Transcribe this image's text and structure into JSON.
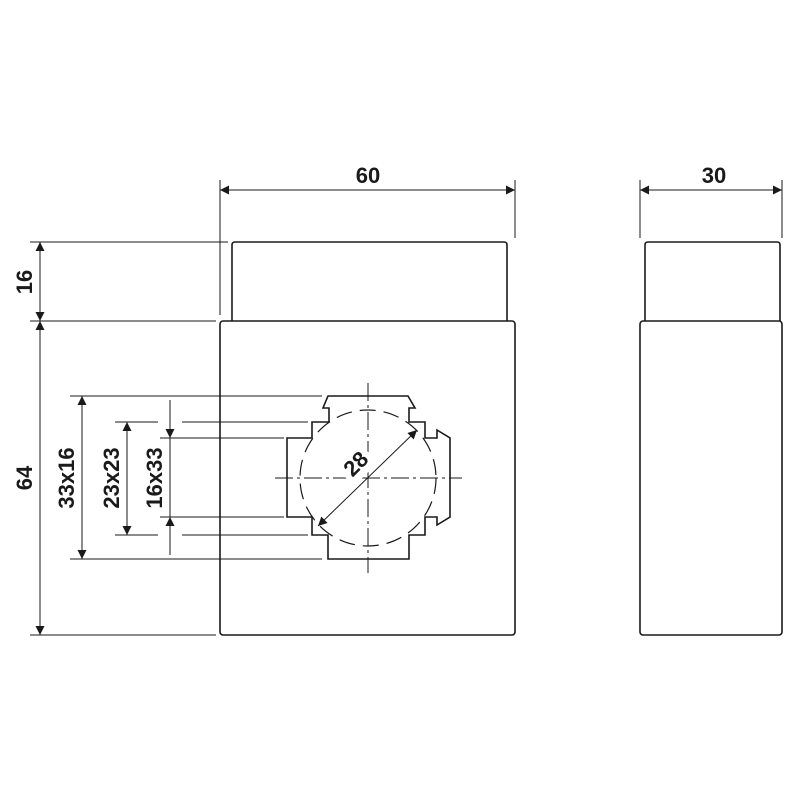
{
  "dimensions": {
    "width": "60",
    "depth": "30",
    "top_height": "16",
    "body_height": "64",
    "opening_1": "33x16",
    "opening_2": "23x23",
    "opening_3": "16x33",
    "diameter": "28"
  },
  "colors": {
    "line": "#1a1a1a",
    "background": "#ffffff"
  }
}
